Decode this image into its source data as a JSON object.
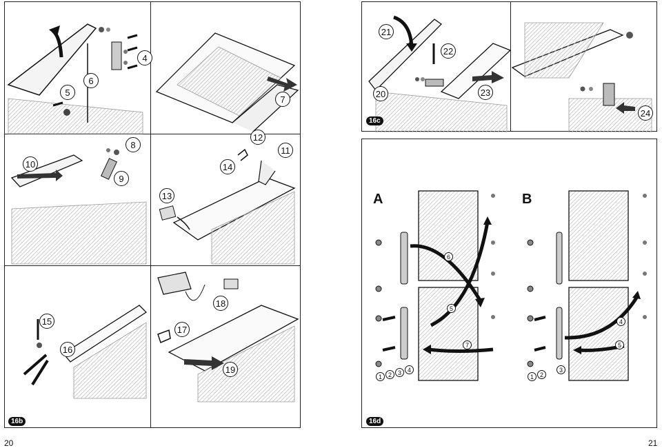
{
  "pages": {
    "left": "20",
    "right": "21"
  },
  "figures": {
    "b": {
      "badge": "16b",
      "callouts": [
        "4",
        "5",
        "6",
        "7",
        "8",
        "9",
        "10",
        "11",
        "12",
        "13",
        "14",
        "15",
        "16",
        "17",
        "18",
        "19"
      ]
    },
    "c": {
      "badge": "16c",
      "callouts": [
        "20",
        "21",
        "22",
        "23",
        "24"
      ]
    },
    "d": {
      "badge": "16d",
      "variant_a": {
        "letter": "A",
        "arrow_labels": [
          "6",
          "5",
          "7"
        ],
        "hardware_labels": [
          "1",
          "2",
          "3",
          "4"
        ]
      },
      "variant_b": {
        "letter": "B",
        "arrow_labels": [
          "4",
          "5"
        ],
        "hardware_labels": [
          "1",
          "2",
          "3"
        ]
      }
    }
  },
  "colors": {
    "line": "#111111",
    "shade": "#dcdcdc",
    "hatch": "#bdbdbd"
  }
}
